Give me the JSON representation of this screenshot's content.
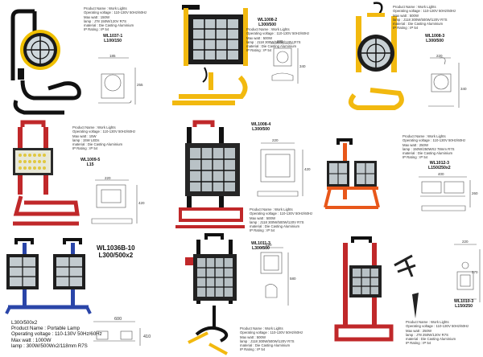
{
  "products": [
    {
      "model": "WL1037-1",
      "power": "L100/150",
      "specs": [
        "Product Name : Work Lights",
        "Operating voltage : 110-130V 50Hz/60Hz",
        "Max watt : 150W",
        "lamp : J78 150W/120V R7S",
        "material : Die Casting Aluminium",
        "IP Rating : IP 54"
      ],
      "dims": [
        "185",
        "255"
      ]
    },
    {
      "model": "WL1008-2",
      "power": "L300/500",
      "specs": [
        "Product Name : Work Lights",
        "Operating voltage : 110-130V 50Hz/60Hz",
        "Max watt : 500W",
        "lamp : J118 300W/500W/120V R7S",
        "material : Die Casting Aluminium",
        "IP Rating : IP 54"
      ],
      "dims": [
        "220",
        "340"
      ]
    },
    {
      "model": "WL1008-3",
      "power": "L300/500",
      "specs": [
        "Product Name : Work Lights",
        "Operating voltage : 110-130V 50Hz/60Hz",
        "Max watt : 500W",
        "lamp : J118 300W/500W/120V R7S",
        "material : Die Casting Aluminium",
        "IP Rating : IP 54"
      ],
      "dims": [
        "220",
        "340"
      ]
    },
    {
      "model": "WL1009-5",
      "power": "L15",
      "specs": [
        "Product Name : Work Lights",
        "Operating voltage : 110-130V 50Hz/60Hz",
        "Max watt : 15W",
        "lamp : 15W LEDs",
        "material : Die Casting Aluminium",
        "IP Rating : IP 54"
      ],
      "dims": [
        "220",
        "420"
      ]
    },
    {
      "model": "WL1008-4",
      "power": "L300/500",
      "specs": [
        "Product Name : Work Lights",
        "Operating voltage : 110-130V 50Hz/60Hz",
        "Max watt : 500W",
        "lamp : J118 300W/500W/120V R7S",
        "material : Die Casting Aluminium",
        "IP Rating : IP 54"
      ],
      "dims": [
        "220",
        "420"
      ]
    },
    {
      "model": "WL1012-3",
      "power": "L150/250x2",
      "specs": [
        "Product Name : Work Lights",
        "Operating voltage : 110-130V 50Hz/60Hz",
        "Max watt : 250W",
        "lamp : 150W/250WX2 78mm R7S",
        "material : Die Casting Aluminium",
        "IP Rating : IP 54"
      ],
      "dims": [
        "400",
        "260"
      ]
    },
    {
      "model": "WL1036B-10",
      "power": "L300/500x2",
      "specs": [
        "L300/500x2",
        "Product Name : Portable Lamp",
        "Operating voltage : 110-130V 50Hz/60Hz",
        "Max watt : 1000W",
        "lamp : 300W/500Wx2/118mm R7S"
      ],
      "dims": [
        "600",
        "410"
      ]
    },
    {
      "model": "WL1011-3",
      "power": "L300/500",
      "specs": [
        "Product Name : Work Lights",
        "Operating voltage : 110-130V 50Hz/60Hz",
        "Max watt : 500W",
        "lamp : J118 300W/500W/120V R7S",
        "material : Die Casting Aluminium",
        "IP Rating : IP 54"
      ],
      "dims": [
        "220",
        "580"
      ]
    },
    {
      "model": "WL1010-3",
      "power": "L150/250",
      "specs": [
        "Product Name : Work Lights",
        "Operating voltage : 110-130V 50Hz/60Hz",
        "Max watt : 250W",
        "lamp : J78 250W/120V R7S",
        "material : Die Casting Aluminium",
        "IP Rating : IP 54"
      ],
      "dims": [
        "220",
        "370"
      ]
    }
  ]
}
